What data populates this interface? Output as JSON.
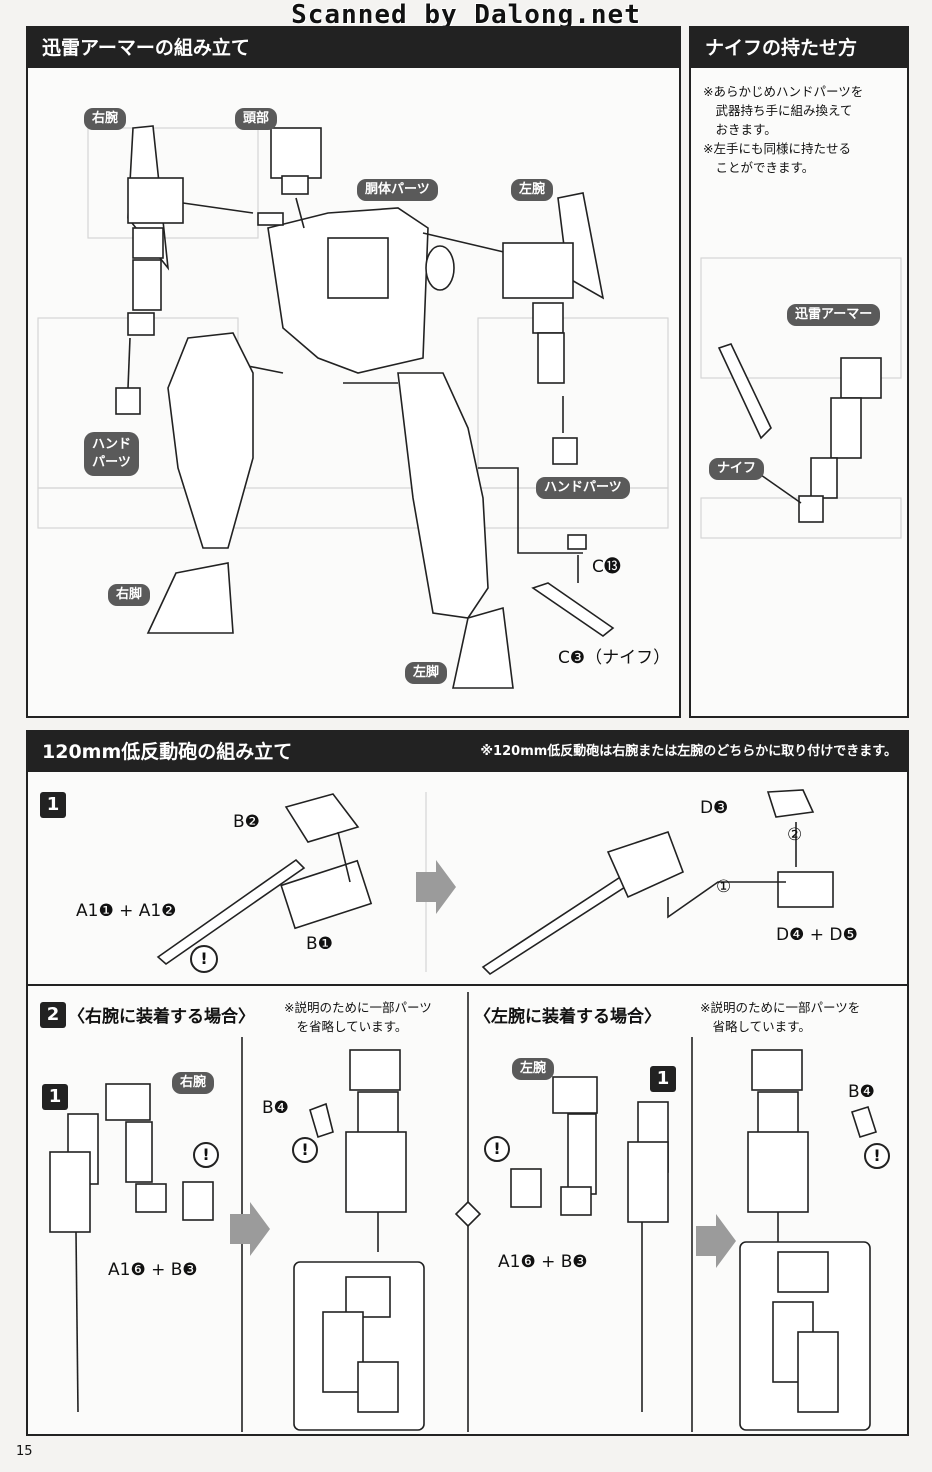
{
  "scan_title": "Scanned by Dalong.net",
  "page_number": "15",
  "assembly_panel": {
    "title": "迅雷アーマーの組み立て",
    "labels": {
      "right_arm": "右腕",
      "head": "頭部",
      "torso": "胴体パーツ",
      "left_arm": "左腕",
      "hand_parts_left": "ハンド\nパーツ",
      "hand_parts_right": "ハンドパーツ",
      "right_leg": "右脚",
      "left_leg": "左脚"
    },
    "parts": {
      "c13": "C⓭",
      "c3": "C❸（ナイフ）"
    }
  },
  "knife_panel": {
    "title": "ナイフの持たせ方",
    "notes": "※あらかじめハンドパーツを\n　武器持ち手に組み換えて\n　おきます。\n※左手にも同様に持たせる\n　ことができます。",
    "labels": {
      "armor": "迅雷アーマー",
      "knife": "ナイフ"
    }
  },
  "cannon_panel": {
    "title": "120mm低反動砲の組み立て",
    "header_note": "※120mm低反動砲は右腕または左腕のどちらかに取り付けできます。",
    "step1": {
      "badge": "1",
      "parts": {
        "b2": "B❷",
        "a1_1_2": "A1❶ + A1❷",
        "b1": "B❶",
        "d3": "D❸",
        "d4_5": "D❹ + D❺"
      },
      "order_1": "①",
      "order_2": "②",
      "caution": "!"
    },
    "step2": {
      "badge": "2",
      "right_heading": "〈右腕に装着する場合〉",
      "right_note": "※説明のために一部パーツ\n　を省略しています。",
      "left_heading": "〈左腕に装着する場合〉",
      "left_note": "※説明のために一部パーツを\n　省略しています。",
      "sub_badge": "1",
      "right_arm": "右腕",
      "left_arm": "左腕",
      "parts": {
        "b4": "B❹",
        "a1_6_b3": "A1❻ + B❸"
      },
      "caution": "!"
    }
  }
}
